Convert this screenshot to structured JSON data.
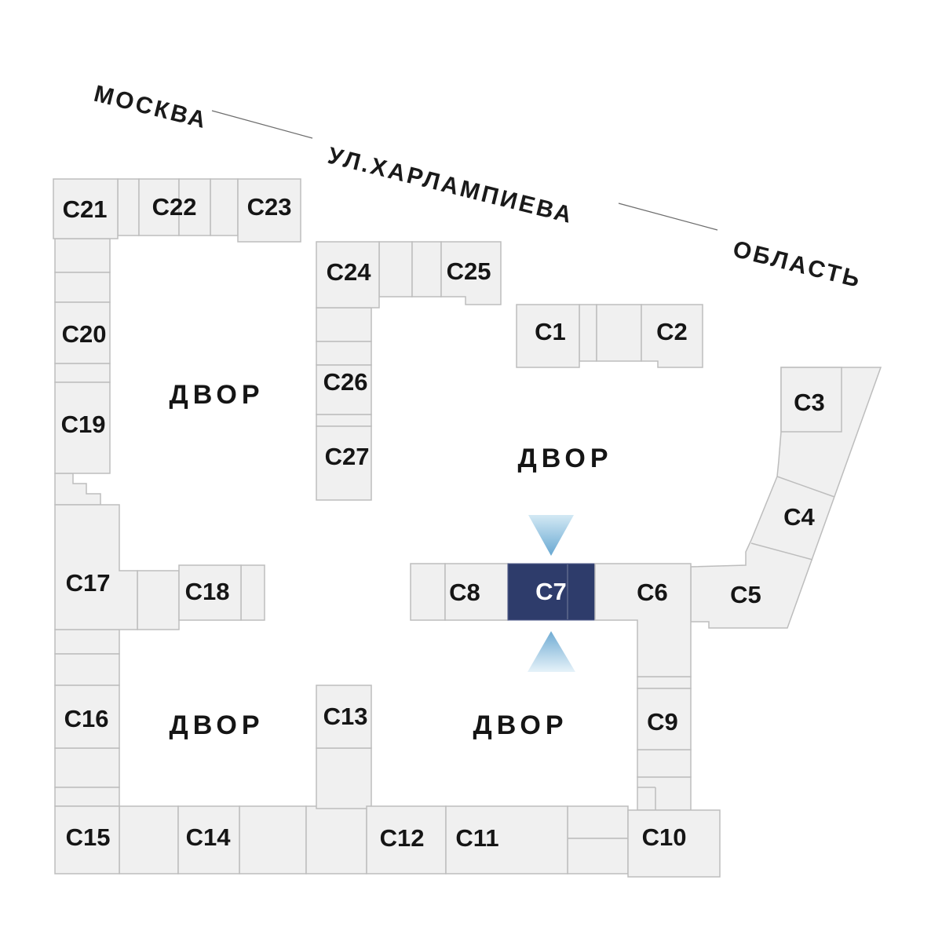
{
  "street": {
    "city_label": "МОСКВА",
    "street_label": "УЛ.ХАРЛАМПИЕВА",
    "region_label": "ОБЛАСТЬ"
  },
  "courtyards": {
    "dvor1": "ДВОР",
    "dvor2": "ДВОР",
    "dvor3": "ДВОР",
    "dvor4": "ДВОР"
  },
  "selected_building": {
    "id": "C7",
    "label": "C7"
  },
  "colors": {
    "building_fill": "#f0f0f0",
    "building_stroke": "#bdbdbd",
    "selected_fill": "#2e3c6b",
    "selected_text": "#ffffff",
    "arrow_light": "#e6f2f9",
    "arrow_dark": "#68a8d2"
  },
  "buildings": {
    "c1": {
      "label": "C1"
    },
    "c2": {
      "label": "C2"
    },
    "c3": {
      "label": "C3"
    },
    "c4": {
      "label": "C4"
    },
    "c5": {
      "label": "C5"
    },
    "c6": {
      "label": "C6"
    },
    "c7": {
      "label": "C7"
    },
    "c8": {
      "label": "C8"
    },
    "c9": {
      "label": "C9"
    },
    "c10": {
      "label": "C10"
    },
    "c11": {
      "label": "C11"
    },
    "c12": {
      "label": "C12"
    },
    "c13": {
      "label": "C13"
    },
    "c14": {
      "label": "C14"
    },
    "c15": {
      "label": "C15"
    },
    "c16": {
      "label": "C16"
    },
    "c17": {
      "label": "C17"
    },
    "c18": {
      "label": "C18"
    },
    "c19": {
      "label": "C19"
    },
    "c20": {
      "label": "C20"
    },
    "c21": {
      "label": "C21"
    },
    "c22": {
      "label": "C22"
    },
    "c23": {
      "label": "C23"
    },
    "c24": {
      "label": "C24"
    },
    "c25": {
      "label": "C25"
    },
    "c26": {
      "label": "C26"
    },
    "c27": {
      "label": "C27"
    }
  }
}
